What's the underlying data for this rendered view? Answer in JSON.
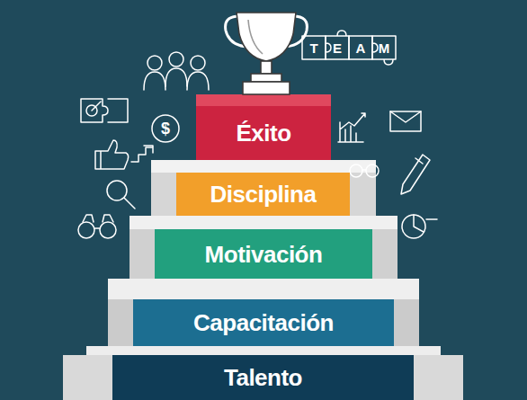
{
  "diagram": {
    "nodes": [
      {
        "text": [
          "Éxito"
        ]
      },
      {
        "text": [
          "Disciplina"
        ]
      },
      {
        "text": [
          "Motivación"
        ]
      },
      {
        "text": [
          "Capacitación"
        ]
      },
      {
        "text": [
          "Talento"
        ]
      }
    ],
    "labels": [
      "T",
      "E",
      "A",
      "M",
      "$"
    ]
  }
}
